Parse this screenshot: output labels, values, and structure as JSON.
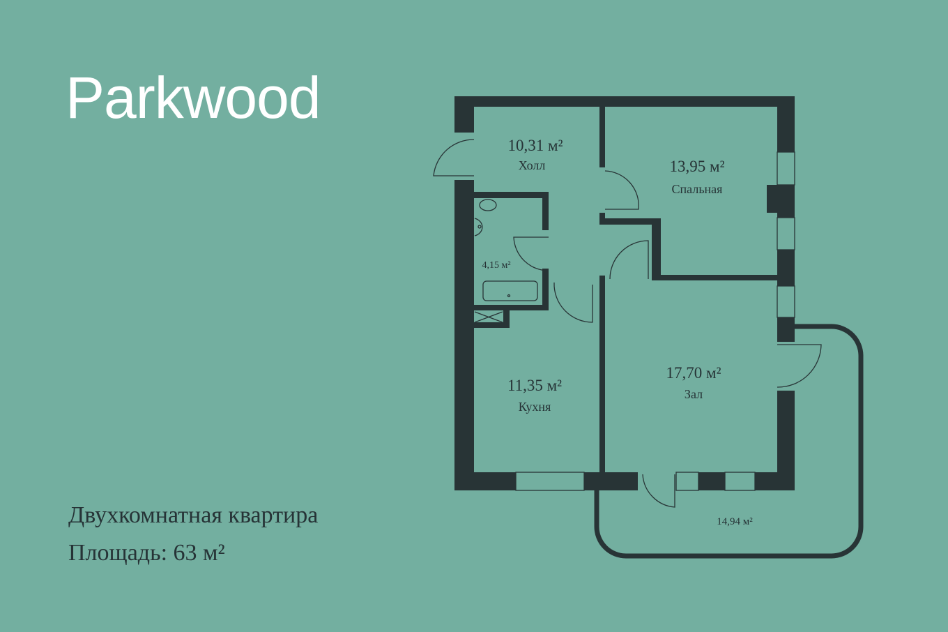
{
  "brand": "Parkwood",
  "apartment": {
    "type": "Двухкомнатная квартира",
    "area_line": "Площадь: 63 м²"
  },
  "rooms": [
    {
      "area": "10,31 м²",
      "name": "Холл"
    },
    {
      "area": "13,95 м²",
      "name": "Спальная"
    },
    {
      "area": "4,15 м²",
      "name": ""
    },
    {
      "area": "11,35 м²",
      "name": "Кухня"
    },
    {
      "area": "17,70 м²",
      "name": "Зал"
    },
    {
      "area": "14,94 м²",
      "name": ""
    }
  ],
  "colors": {
    "background": "#73afa0",
    "walls": "#283436",
    "logo": "#ffffff"
  }
}
